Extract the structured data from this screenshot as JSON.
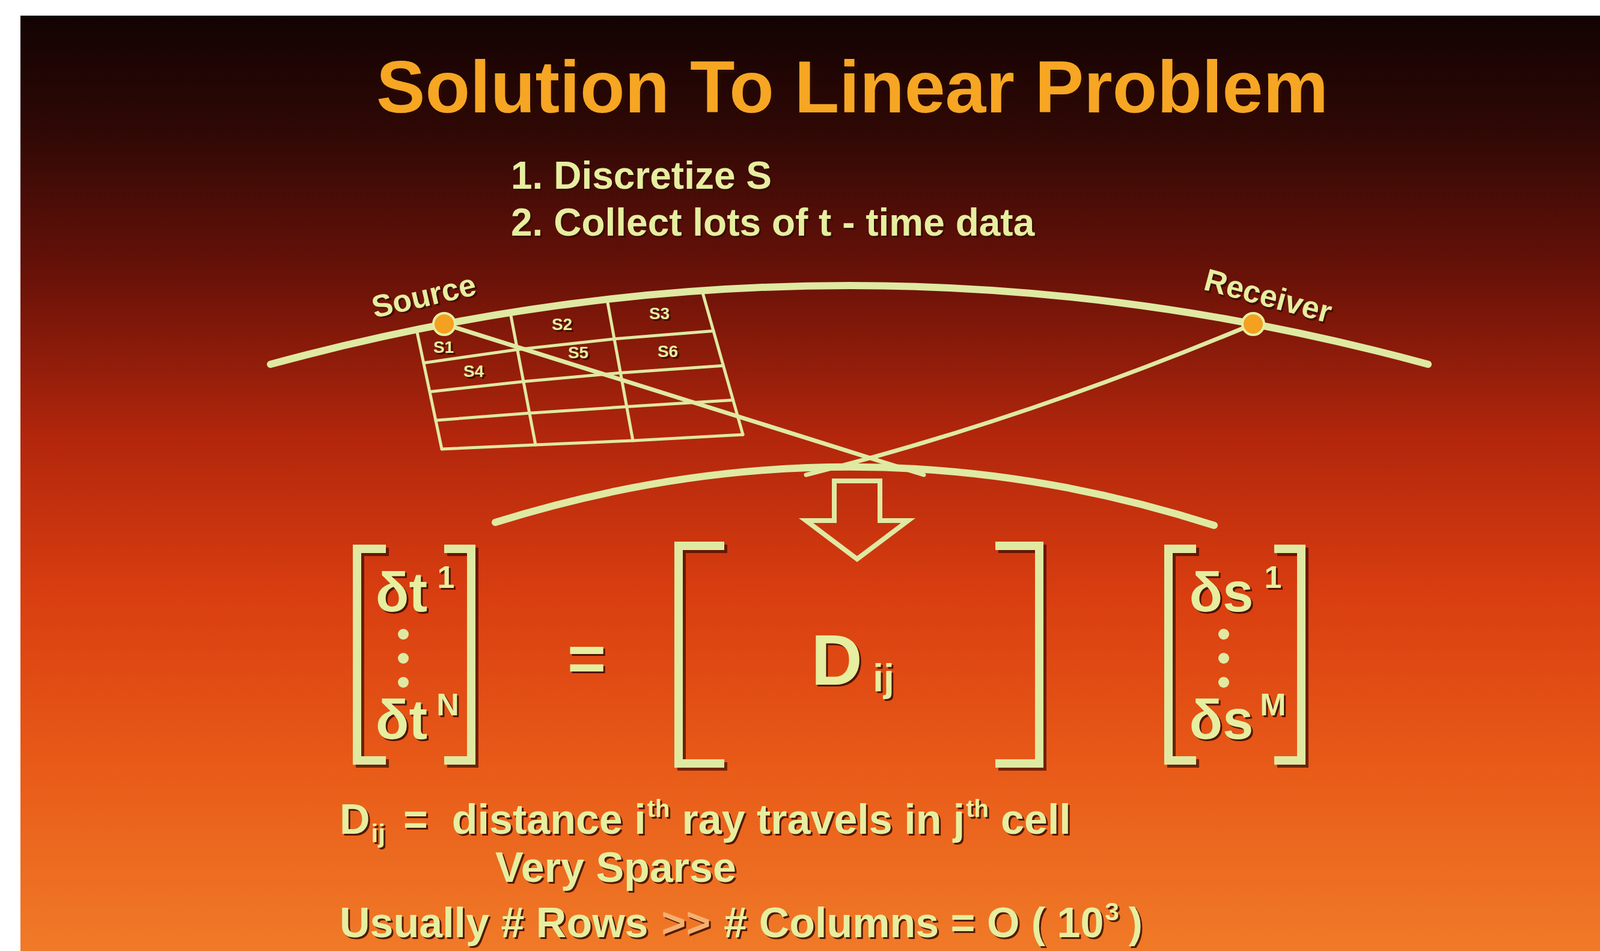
{
  "diagram": {
    "title": "Solution To Linear Problem",
    "labels": [
      "1. Discretize S",
      "2. Collect lots of t - time data",
      "Source",
      "Receiver",
      "S1",
      "S2",
      "S3",
      "S4",
      "S5",
      "S6",
      "δt",
      "1",
      "δt",
      "N",
      "=",
      "D",
      "ij",
      "δs",
      "1",
      "δs",
      "M",
      "D",
      "ij",
      "=",
      "distance i",
      "th",
      "ray travels in j",
      "th",
      "cell",
      "Very Sparse",
      "Usually # Rows",
      ">>",
      "# Columns = O ( 10",
      "3",
      ")"
    ]
  }
}
